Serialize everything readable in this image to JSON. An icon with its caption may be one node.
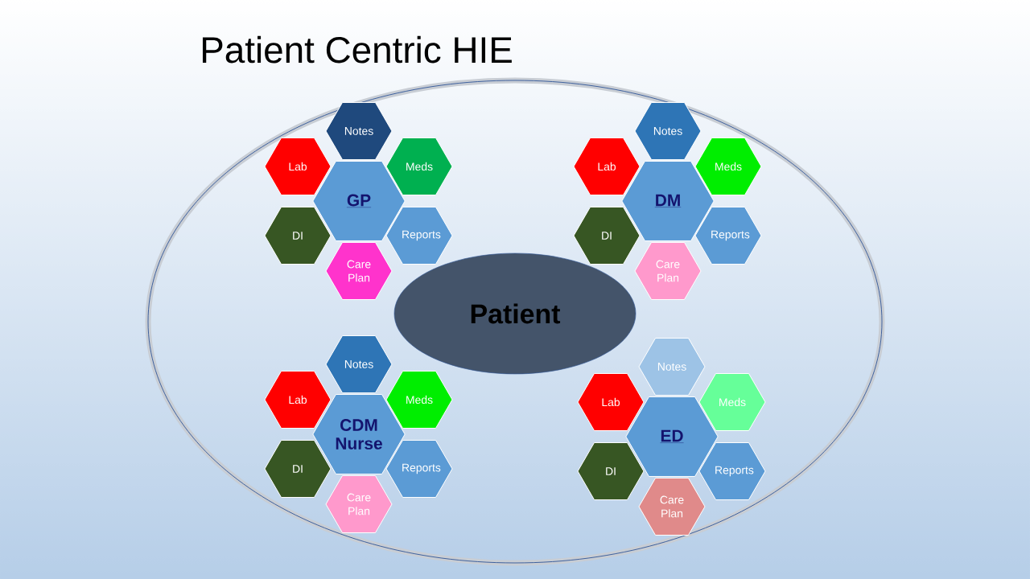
{
  "diagram": {
    "title": "Patient Centric HIE",
    "nodes": [
      {
        "text": [
          "GP"
        ]
      },
      {
        "text": [
          "Notes"
        ]
      },
      {
        "text": [
          "Lab"
        ]
      },
      {
        "text": [
          "Meds"
        ]
      },
      {
        "text": [
          "DI"
        ]
      },
      {
        "text": [
          "Reports"
        ]
      },
      {
        "text": [
          "Care Plan"
        ]
      },
      {
        "text": [
          "DM"
        ]
      },
      {
        "text": [
          "Notes"
        ]
      },
      {
        "text": [
          "Lab"
        ]
      },
      {
        "text": [
          "Meds"
        ]
      },
      {
        "text": [
          "DI"
        ]
      },
      {
        "text": [
          "Reports"
        ]
      },
      {
        "text": [
          "Care Plan"
        ]
      },
      {
        "text": [
          "Patient"
        ]
      },
      {
        "text": [
          "CDM Nurse"
        ]
      },
      {
        "text": [
          "Notes"
        ]
      },
      {
        "text": [
          "Lab"
        ]
      },
      {
        "text": [
          "Meds"
        ]
      },
      {
        "text": [
          "DI"
        ]
      },
      {
        "text": [
          "Reports"
        ]
      },
      {
        "text": [
          "Care Plan"
        ]
      },
      {
        "text": [
          "ED"
        ]
      },
      {
        "text": [
          "Notes"
        ]
      },
      {
        "text": [
          "Lab"
        ]
      },
      {
        "text": [
          "Meds"
        ]
      },
      {
        "text": [
          "DI"
        ]
      },
      {
        "text": [
          "Reports"
        ]
      },
      {
        "text": [
          "Care Plan"
        ]
      }
    ]
  }
}
